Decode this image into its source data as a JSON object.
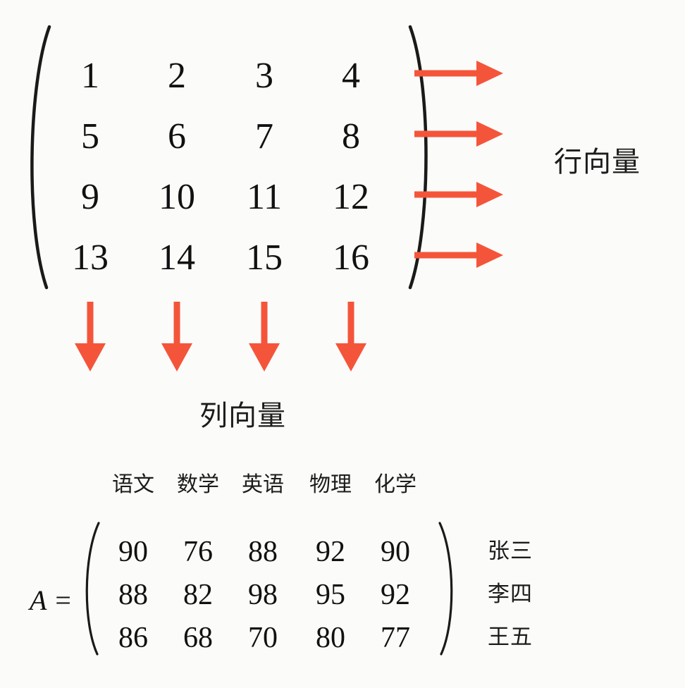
{
  "diagram": {
    "background_color": "#fbfbf9",
    "arrow_color": "#f4553a",
    "ink_color": "#111111",
    "top_matrix": {
      "name": "index-matrix",
      "rows": [
        [
          "1",
          "2",
          "3",
          "4"
        ],
        [
          "5",
          "6",
          "7",
          "8"
        ],
        [
          "9",
          "10",
          "11",
          "12"
        ],
        [
          "13",
          "14",
          "15",
          "16"
        ]
      ],
      "row_label": "行向量",
      "column_label": "列向量",
      "row_arrow_count": 4,
      "column_arrow_count": 4
    },
    "bottom_matrix": {
      "name": "grades-matrix",
      "equation_label": "A =",
      "column_headers": [
        "语文",
        "数学",
        "英语",
        "物理",
        "化学"
      ],
      "row_labels": [
        "张三",
        "李四",
        "王五"
      ],
      "rows": [
        [
          "90",
          "76",
          "88",
          "92",
          "90"
        ],
        [
          "88",
          "82",
          "98",
          "95",
          "92"
        ],
        [
          "86",
          "68",
          "70",
          "80",
          "77"
        ]
      ]
    }
  }
}
